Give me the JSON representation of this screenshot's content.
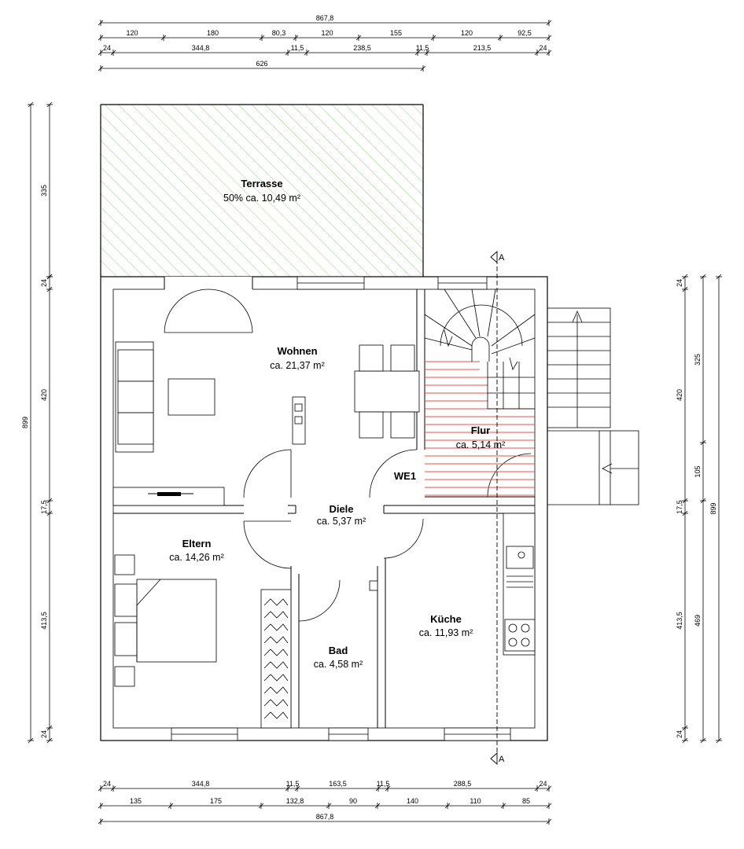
{
  "plan": {
    "rooms": {
      "terrasse": {
        "name": "Terrasse",
        "area": "50% ca. 10,49 m²"
      },
      "wohnen": {
        "name": "Wohnen",
        "area": "ca. 21,37 m²"
      },
      "flur": {
        "name": "Flur",
        "area": "ca. 5,14 m²"
      },
      "we1": {
        "name": "WE1"
      },
      "diele": {
        "name": "Diele",
        "area": "ca. 5,37 m²"
      },
      "eltern": {
        "name": "Eltern",
        "area": "ca. 14,26 m²"
      },
      "bad": {
        "name": "Bad",
        "area": "ca. 4,58 m²"
      },
      "kueche": {
        "name": "Küche",
        "area": "ca. 11,93 m²"
      }
    },
    "section_marker": "A",
    "colors": {
      "terrace_hatch": "#7ecb6e",
      "stair_hatch": "#e8504a",
      "wall": "#000000"
    }
  },
  "dims": {
    "top_total": "867,8",
    "top_row1": [
      "120",
      "180",
      "80,3",
      "120",
      "155",
      "120",
      "92,5"
    ],
    "top_row2": [
      "24",
      "344,8",
      "11,5",
      "238,5",
      "11,5",
      "213,5",
      "24"
    ],
    "top_row3": "626",
    "bottom_row1": [
      "24",
      "344,8",
      "11,5",
      "163,5",
      "11,5",
      "288,5",
      "24"
    ],
    "bottom_row2": [
      "135",
      "175",
      "132,8",
      "90",
      "140",
      "110",
      "85"
    ],
    "bottom_total": "867,8",
    "left_outer": "899",
    "left_terrace": "335",
    "left_inner": [
      "24",
      "420",
      "17,5",
      "413,5",
      "24"
    ],
    "right_inner": [
      "24",
      "420",
      "17,5",
      "413,5",
      "24"
    ],
    "right_mid": [
      "325",
      "105",
      "469"
    ],
    "right_outer": "899"
  }
}
